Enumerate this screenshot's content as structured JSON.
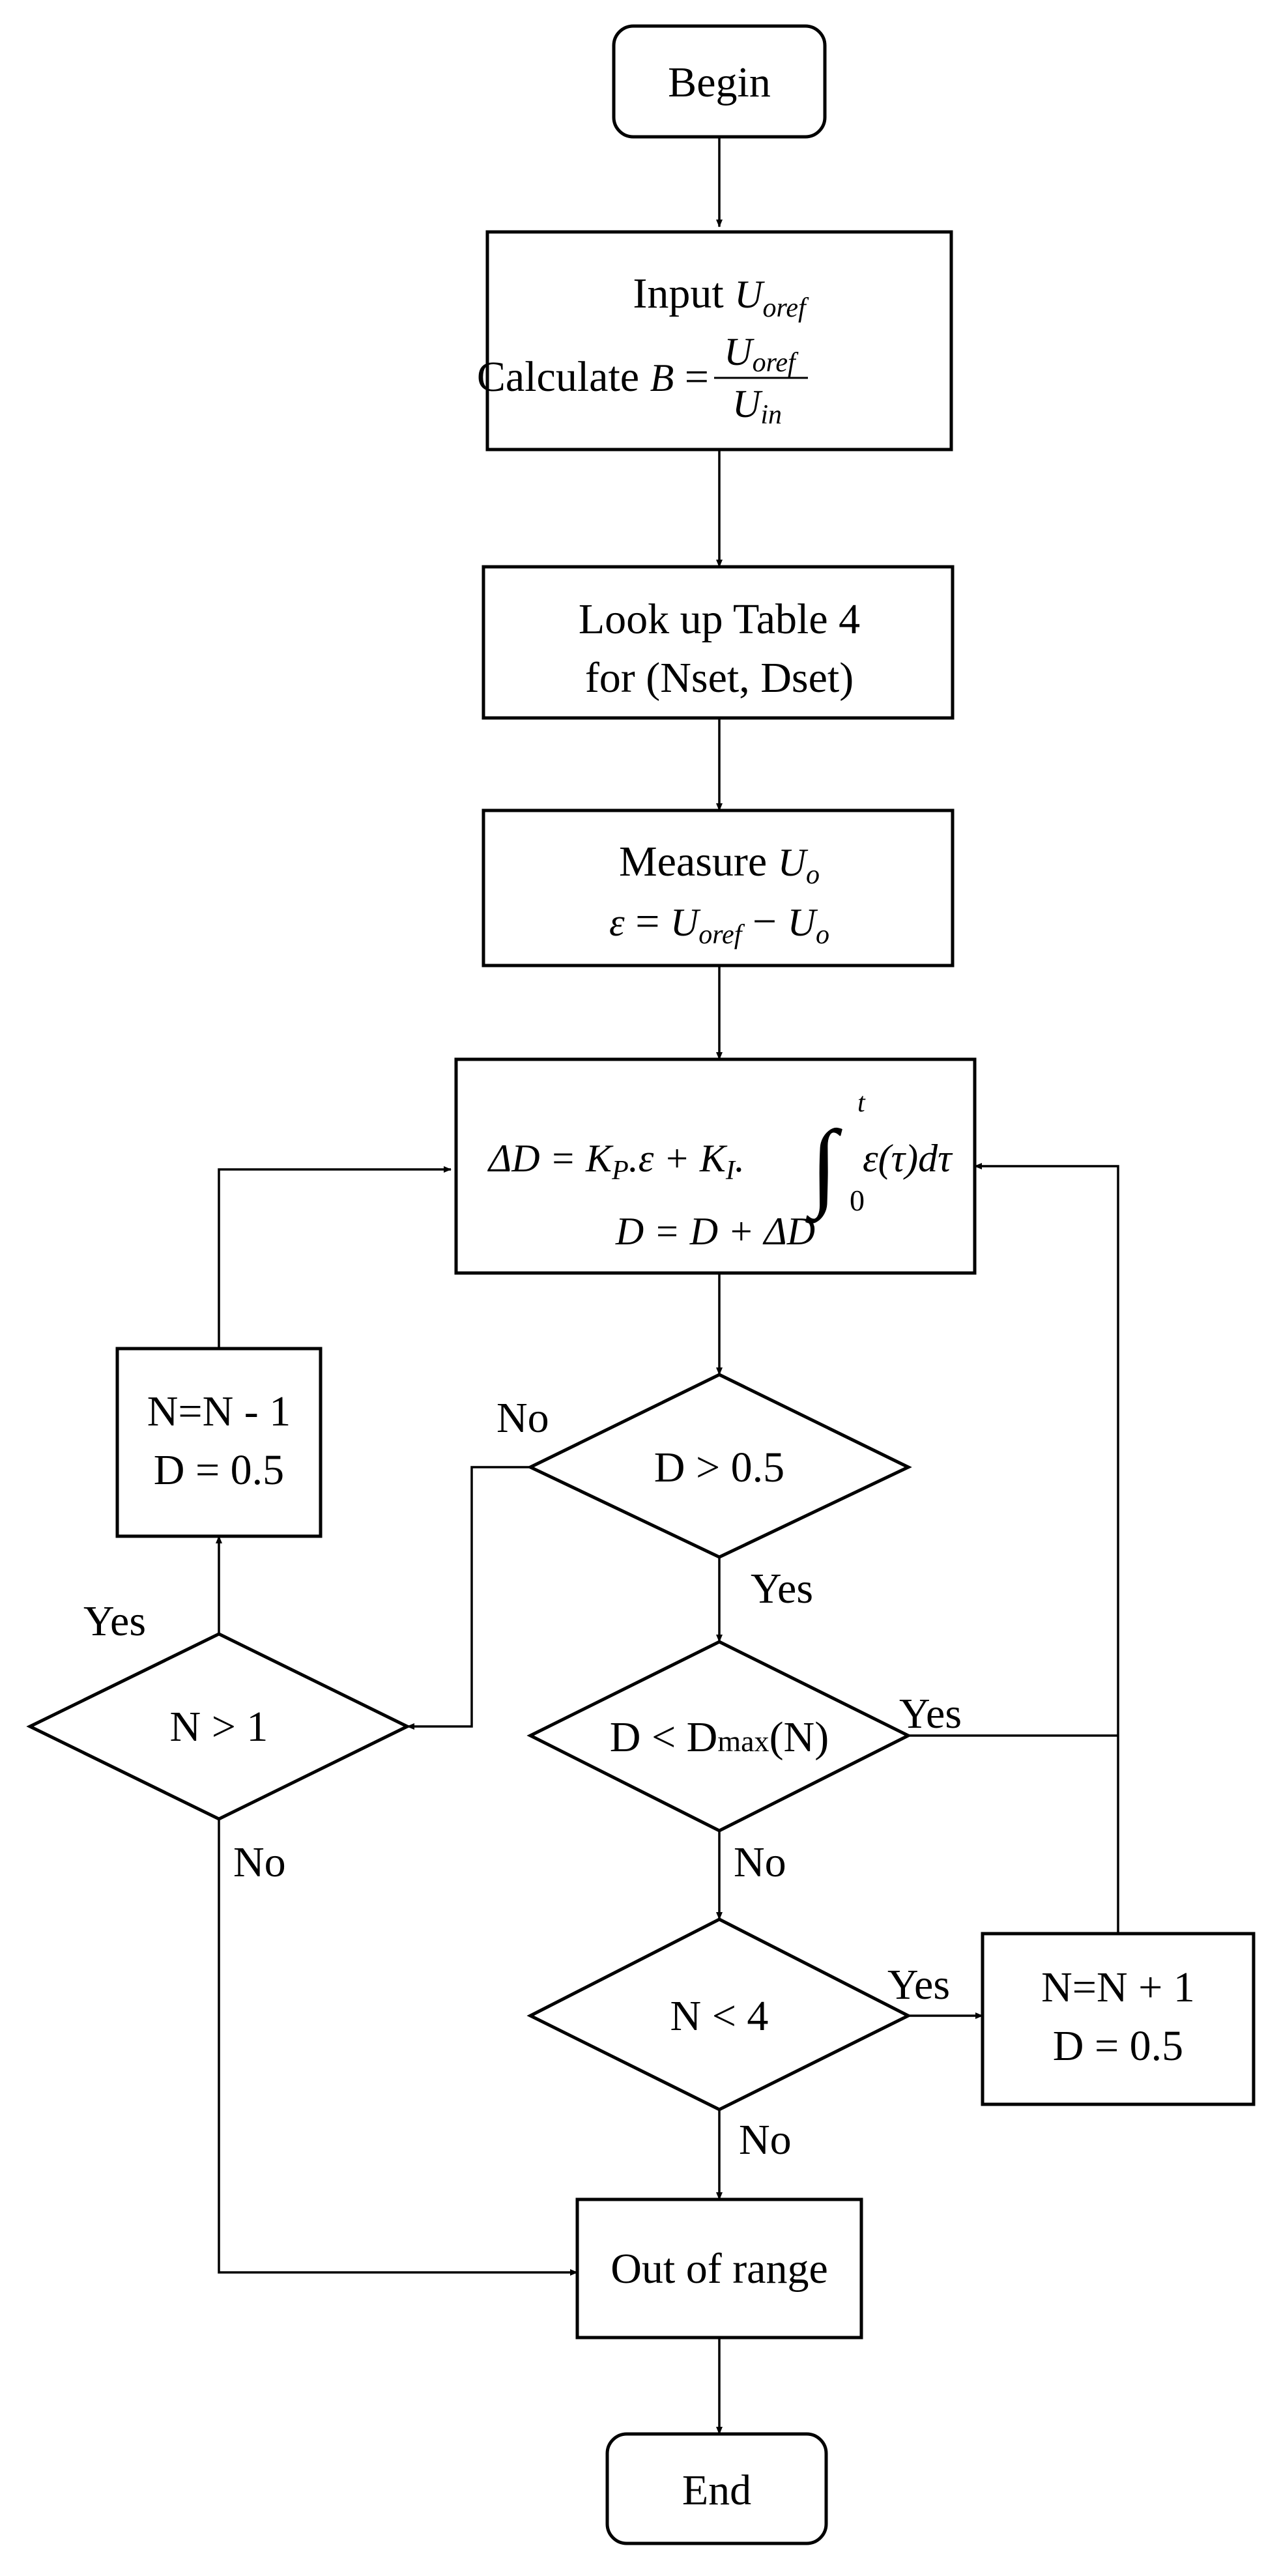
{
  "nodes": {
    "begin": {
      "label": "Begin"
    },
    "input": {
      "line1_prefix": "Input ",
      "line1_var": "U",
      "line1_sub": "oref",
      "line2_prefix": "Calculate ",
      "line2_var": "B",
      "line2_eq": " = ",
      "frac_num_var": "U",
      "frac_num_sub": "oref",
      "frac_den_var": "U",
      "frac_den_sub": "in"
    },
    "lookup": {
      "line1": "Look up Table 4",
      "line2": "for (Nset, Dset)"
    },
    "measure": {
      "line1_prefix": "Measure ",
      "line1_var": "U",
      "line1_sub": "o",
      "line2_eps": "ε",
      "line2_eq": " = ",
      "line2_var1": "U",
      "line2_sub1": "oref",
      "line2_minus": " − ",
      "line2_var2": "U",
      "line2_sub2": "o"
    },
    "pi": {
      "lhs": "ΔD = ",
      "kp": "K",
      "kp_sub": "P",
      "mid": ".ε + ",
      "ki": "K",
      "ki_sub": "I",
      "ki_dot": ". ",
      "integral": "∫",
      "upper_limit": "t",
      "lower_limit": "0",
      "integrand": "ε(τ)dτ",
      "line2": "D = D + ΔD"
    },
    "d_gt": {
      "label": "D > 0.5"
    },
    "d_lt": {
      "label_prefix": "D < D",
      "label_small": "max",
      "label_suffix": "(N)"
    },
    "n_lt": {
      "label": "N < 4"
    },
    "n_gt": {
      "label": "N > 1"
    },
    "n_minus": {
      "line1": "N=N - 1",
      "line2": "D = 0.5"
    },
    "n_plus": {
      "line1": "N=N + 1",
      "line2": "D = 0.5"
    },
    "out": {
      "label": "Out of range"
    },
    "end": {
      "label": "End"
    }
  },
  "edge_labels": {
    "d_gt_no": "No",
    "d_gt_yes": "Yes",
    "d_lt_yes": "Yes",
    "d_lt_no": "No",
    "n_lt_yes": "Yes",
    "n_lt_no": "No",
    "n_gt_yes": "Yes",
    "n_gt_no": "No"
  },
  "colors": {
    "stroke": "#000000",
    "fill": "#ffffff"
  }
}
